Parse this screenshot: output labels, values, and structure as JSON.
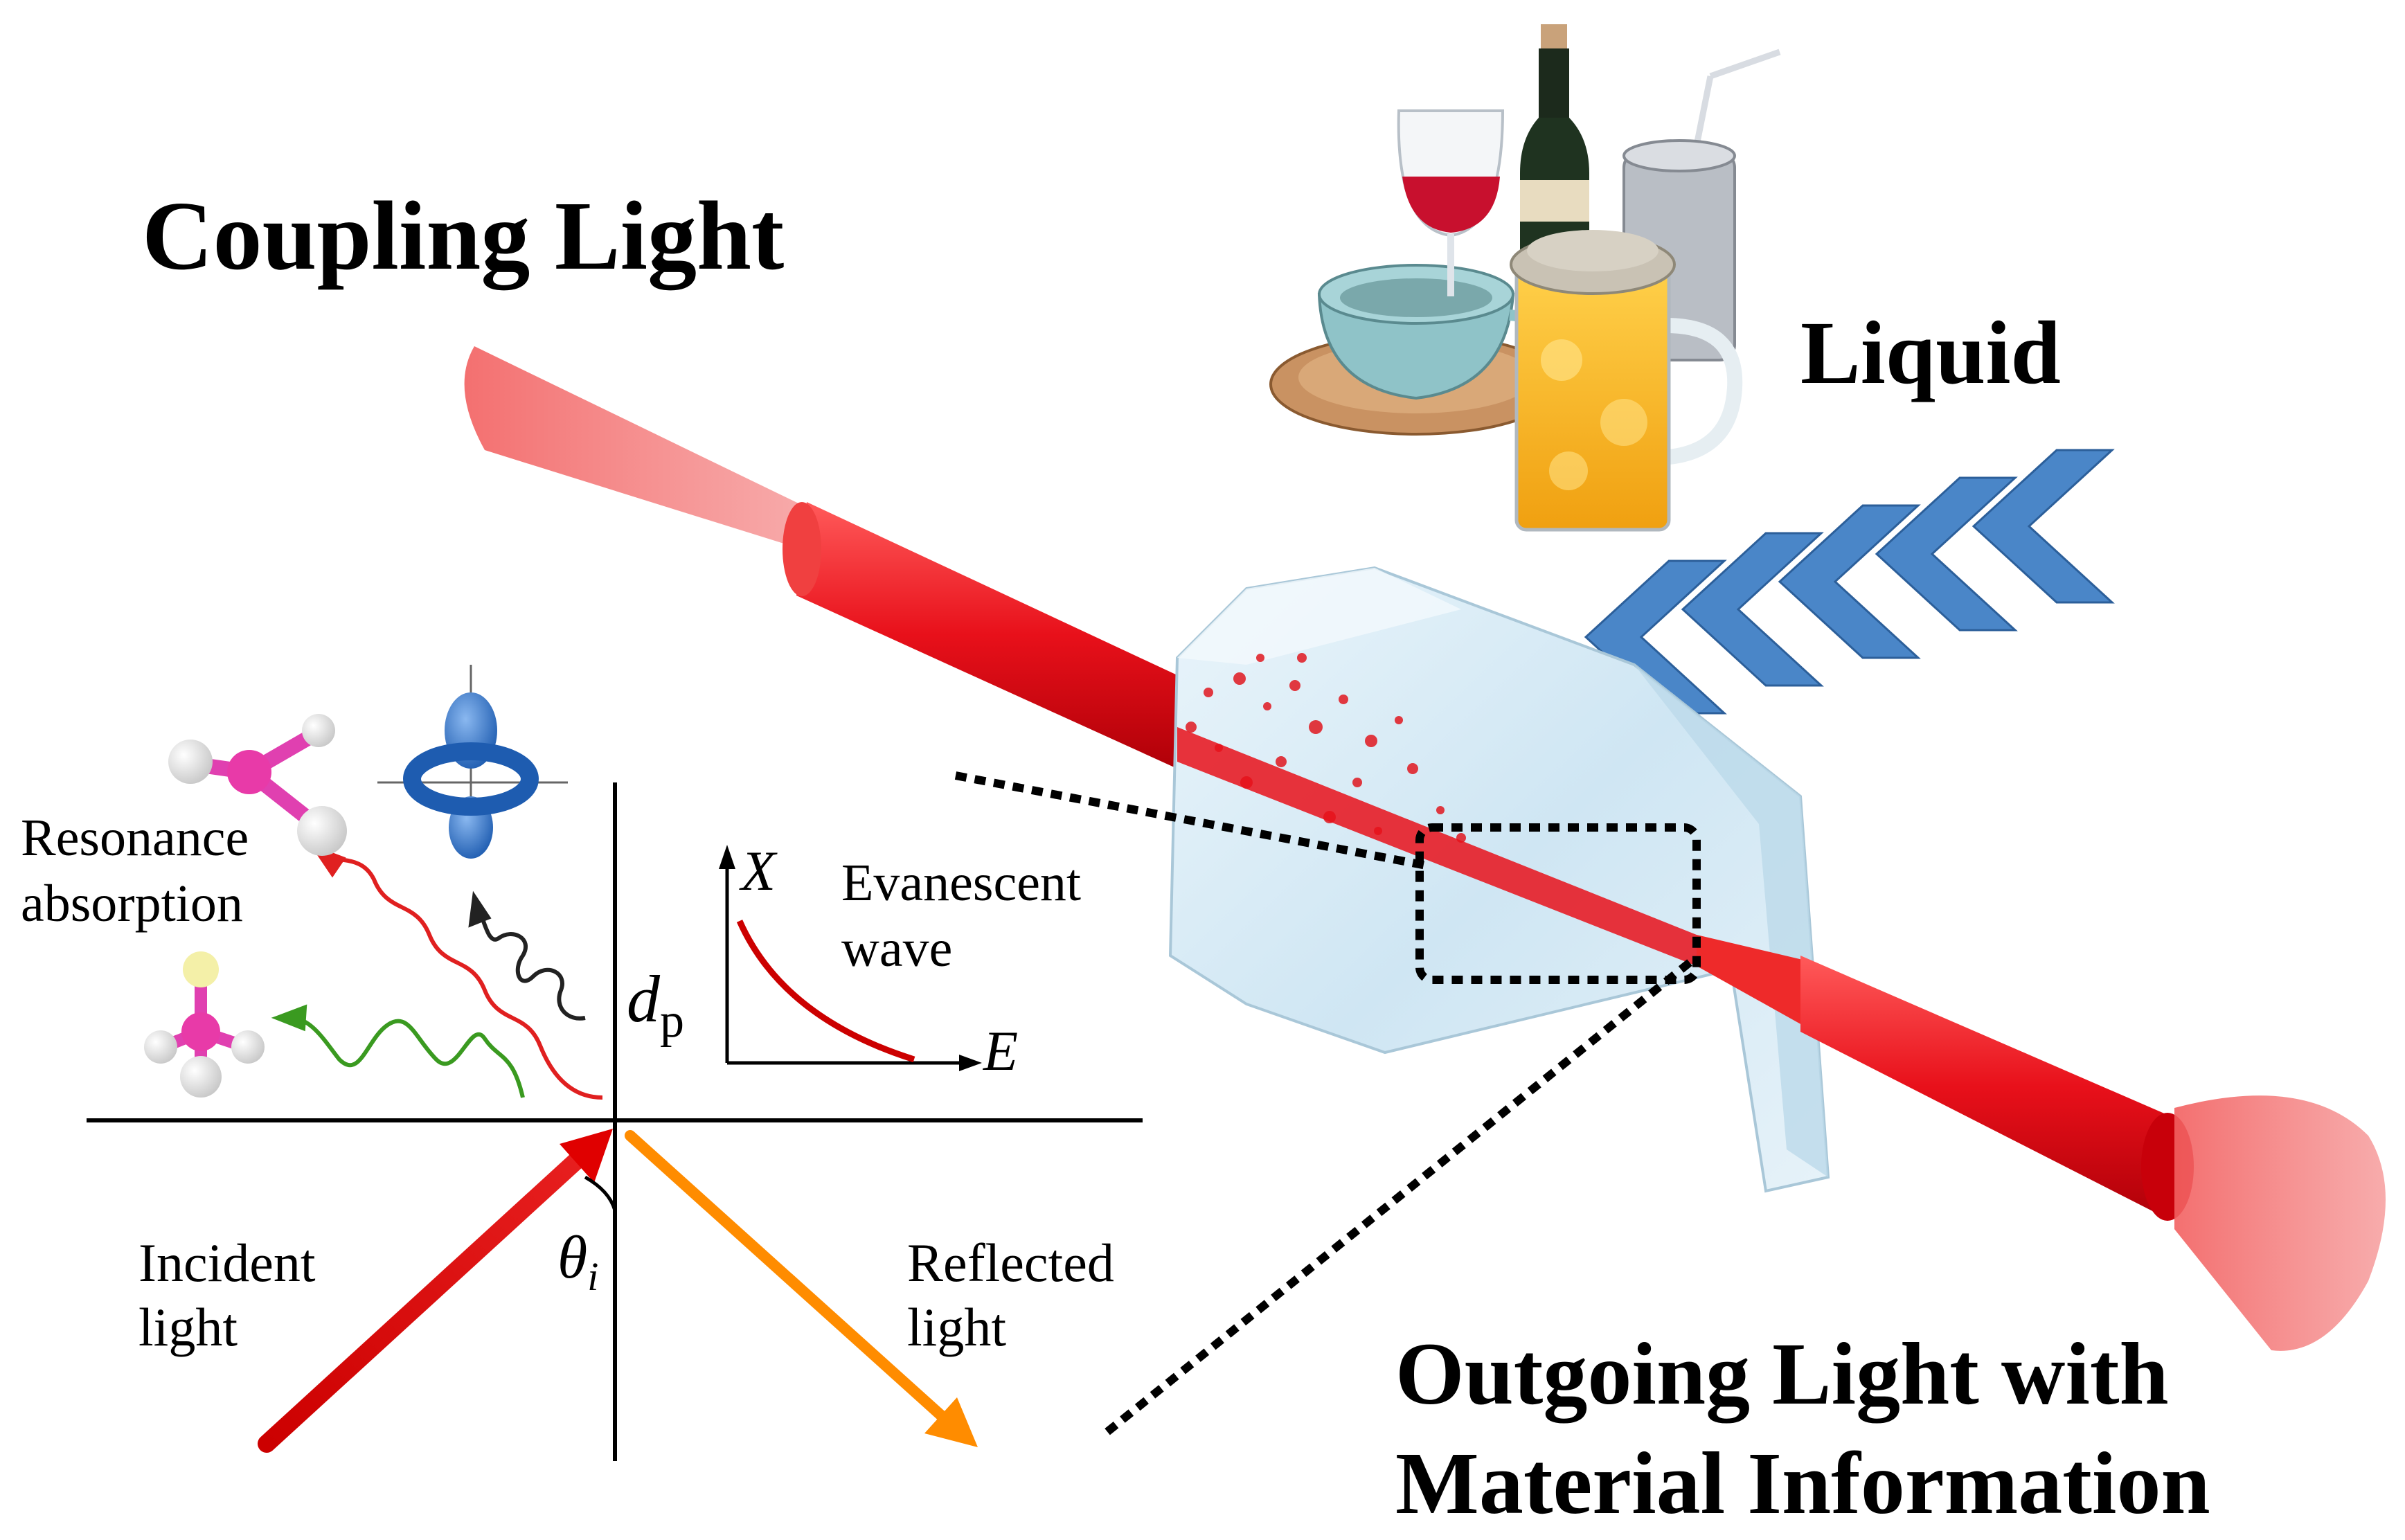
{
  "titles": {
    "coupling": "Coupling Light",
    "liquid": "Liquid",
    "outgoing_line1": "Outgoing Light with",
    "outgoing_line2": "Material Information"
  },
  "inset": {
    "resonance_line1": "Resonance",
    "resonance_line2": "absorption",
    "evanescent_line1": "Evanescent",
    "evanescent_line2": "wave",
    "graph_x_axis": "E",
    "graph_y_axis": "X",
    "penetration_depth": "d",
    "penetration_depth_sub": "p",
    "incident_line1": "Incident",
    "incident_line2": "light",
    "reflected_line1": "Reflected",
    "reflected_line2": "light",
    "angle_symbol": "θ",
    "angle_sub": "i"
  },
  "colors": {
    "beam": "#e8101a",
    "beam_cone": "#f07070",
    "crystal": "#d8ecf6",
    "chevron": "#4a86c8",
    "incident_arrow": "#cc0000",
    "reflected_arrow": "#ff8c00",
    "wave_red": "#e02020",
    "wave_green": "#3a9a20",
    "wave_black": "#222222"
  },
  "icons": [
    "wine-glass-icon",
    "wine-bottle-icon",
    "soda-can-icon",
    "teacup-icon",
    "beer-mug-icon",
    "molecule-icon",
    "orbital-icon"
  ]
}
